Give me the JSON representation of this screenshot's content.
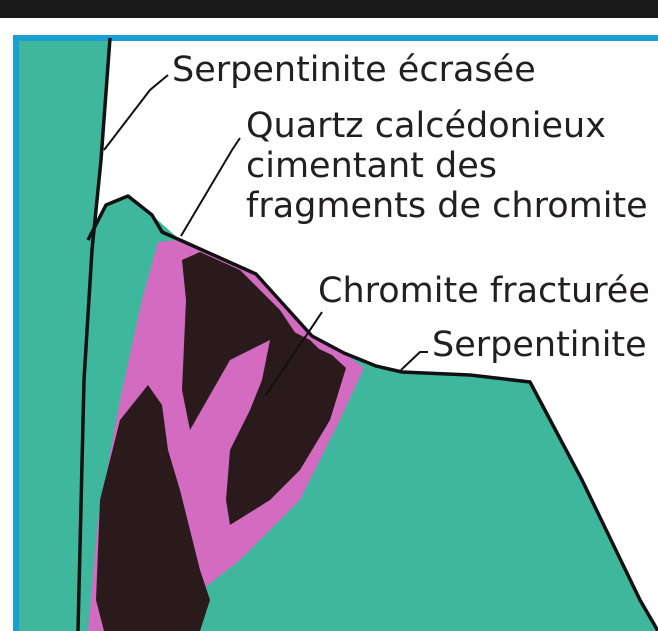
{
  "labels": {
    "serpentinite_ecrasee": "Serpentinite écrasée",
    "quartz_line1": "Quartz calcédonieux",
    "quartz_line2": "cimentant des",
    "quartz_line3": "fragments de chromite",
    "chromite_fracturee": "Chromite fracturée",
    "serpentinite": "Serpentinite"
  },
  "colors": {
    "serpentinite": "#3fb79c",
    "quartz": "#d36cc0",
    "chromite": "#2a1a1c",
    "frame": "#1b9fd2",
    "top_bar": "#1a1a1a",
    "outline": "#111111"
  }
}
